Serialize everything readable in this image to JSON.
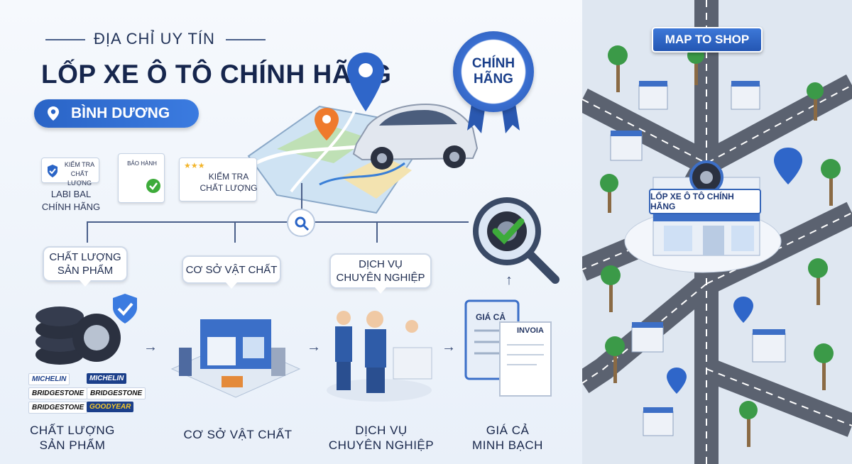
{
  "header": {
    "subtitle": "ĐỊA CHỈ UY TÍN",
    "title": "LỐP XE Ô TÔ CHÍNH HÃNG",
    "location": "BÌNH DƯƠNG"
  },
  "badge": {
    "line1": "CHÍNH",
    "line2": "HÃNG"
  },
  "small_items": {
    "card1": {
      "line1": "KIỂM TRA",
      "line2": "CHẤT LƯỢNG"
    },
    "card1_caption": {
      "line1": "LABI BAL",
      "line2": "CHÍNH HÃNG"
    },
    "card2": "BẢO HÀNH",
    "card3": {
      "line1": "KIỂM TRA",
      "line2": "CHẤT LƯỢNG"
    }
  },
  "steps": [
    {
      "bubble1": "CHẤT LƯỢNG",
      "bubble2": "SẢN PHẨM",
      "cap1": "CHẤT LƯỢNG",
      "cap2": "SẢN PHẨM"
    },
    {
      "bubble1": "CƠ SỞ VẬT CHẤT",
      "cap1": "CƠ SỞ VẬT CHẤT"
    },
    {
      "bubble1": "DỊCH VỤ",
      "bubble2": "CHUYÊN NGHIỆP",
      "cap1": "DỊCH VỤ",
      "cap2": "CHUYÊN NGHIỆP"
    },
    {
      "cap1": "GIÁ CẢ",
      "cap2": "MINH BẠCH"
    }
  ],
  "price_doc": {
    "title": "GIÁ CẢ",
    "invoice": "INVOIA"
  },
  "brands": [
    "MICHELIN",
    "MICHELIN",
    "BRIDGESTONE",
    "BRIDGESTONE",
    "BRIDGESTONE",
    "GOODYEAR"
  ],
  "map": {
    "sign": "MAP TO SHOP",
    "shop_name": "LỐP XE Ô TÔ CHÍNH HÃNG"
  },
  "colors": {
    "accent": "#2a64c6",
    "dark_text": "#16264d",
    "check": "#3dab3a"
  }
}
